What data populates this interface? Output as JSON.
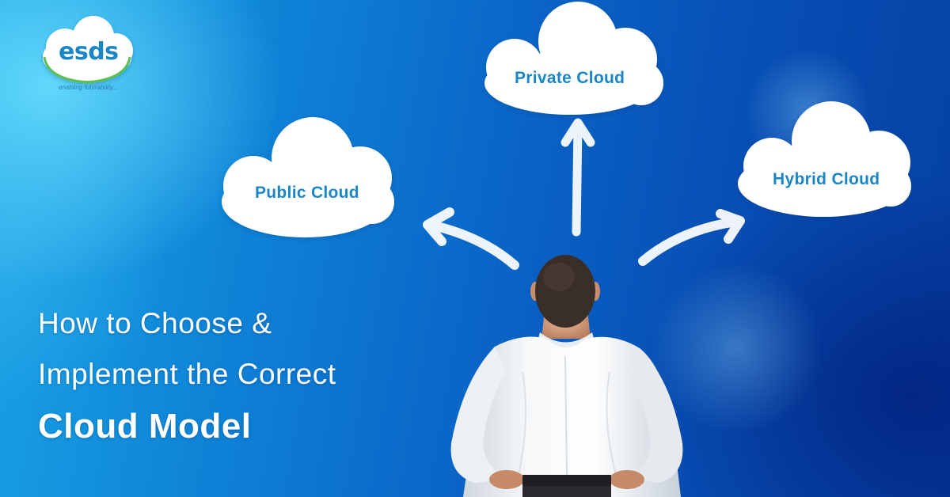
{
  "brand": {
    "logo_text": "esds",
    "tagline": "enabling futurability..."
  },
  "clouds": {
    "public": "Public Cloud",
    "private": "Private Cloud",
    "hybrid": "Hybrid Cloud"
  },
  "headline": {
    "line1": "How to Choose &",
    "line2": "Implement the Correct",
    "line3": "Cloud Model"
  },
  "colors": {
    "background_light": "#1aa6e6",
    "background_dark": "#063fa2",
    "cloud_fill": "#ffffff",
    "cloud_text": "#1a86c6",
    "headline_text": "#ffffff",
    "shirt": "#f2f4f6"
  }
}
